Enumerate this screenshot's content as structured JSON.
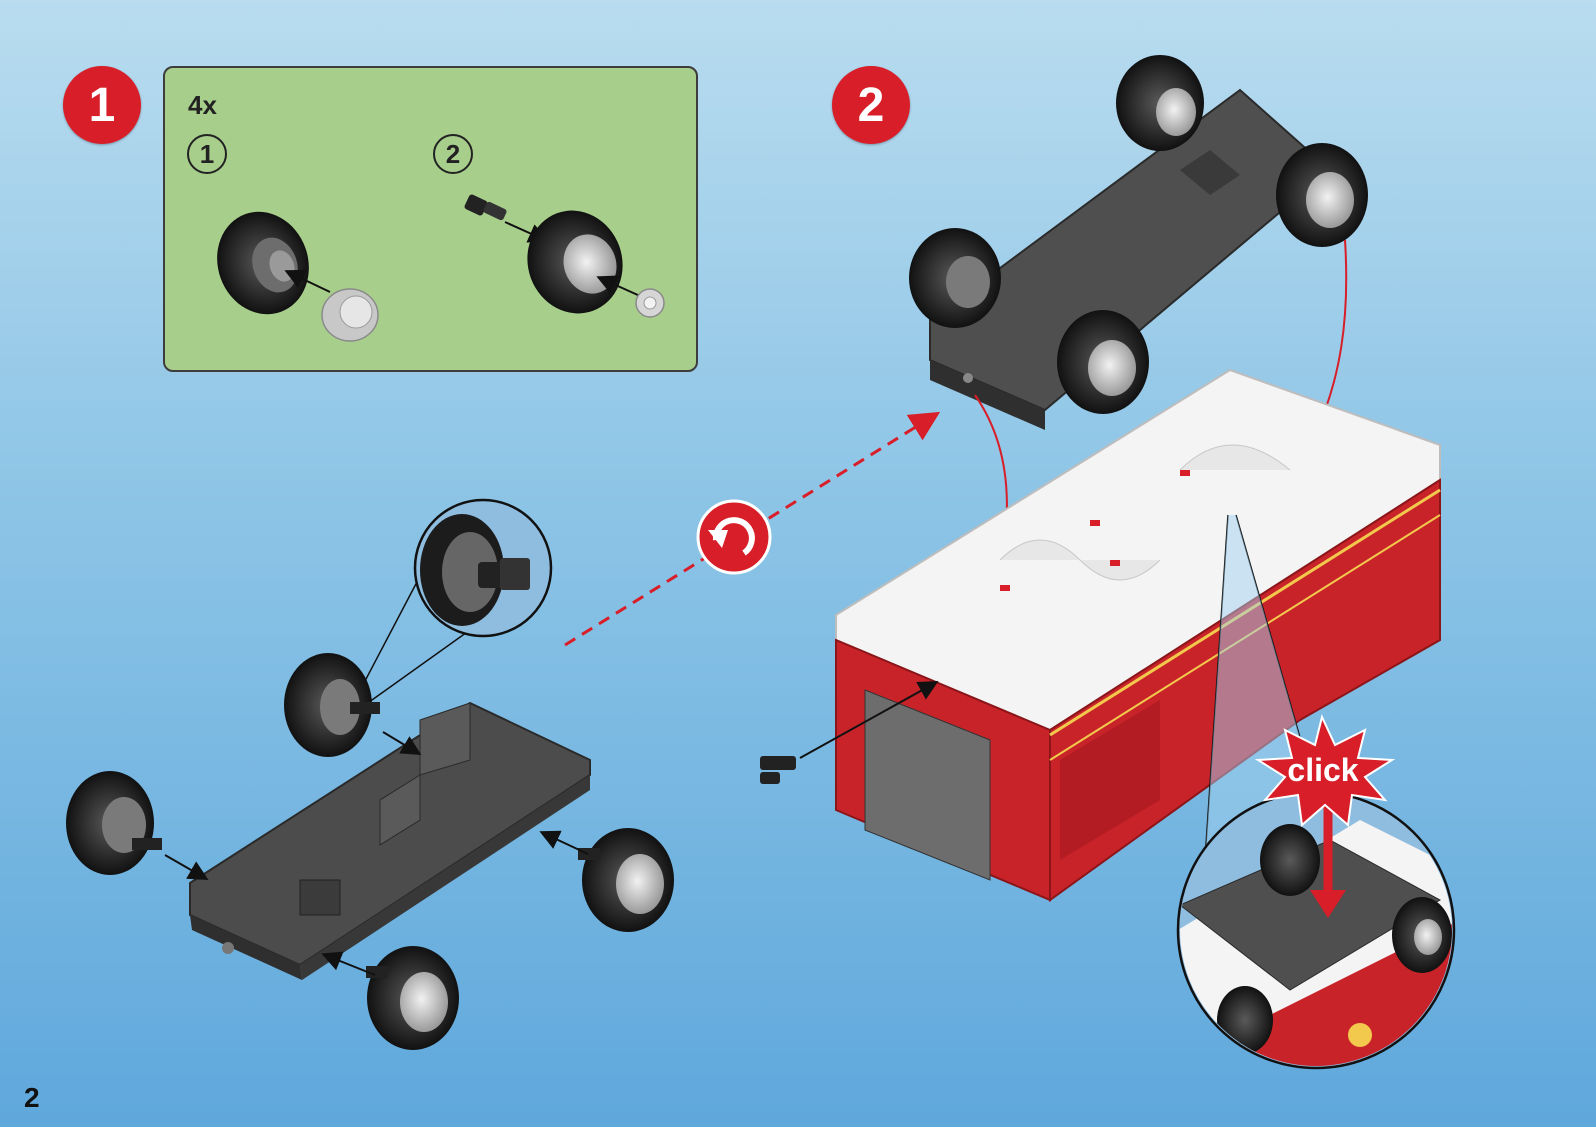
{
  "page_number": "2",
  "step1": {
    "number": "1",
    "quantity": "4x",
    "substeps": [
      "1",
      "2"
    ]
  },
  "step2": {
    "number": "2",
    "click_label": "click"
  },
  "icons": {
    "rotate": "rotate-icon",
    "wheel": "wheel-icon",
    "chassis": "chassis-icon",
    "truck_body": "fire-truck-body-icon"
  },
  "colors": {
    "badge_red": "#d81e28",
    "panel_green": "#a8ce8c",
    "chassis_gray": "#4a4a4a",
    "truck_red": "#c9232a",
    "truck_white": "#f4f4f4"
  }
}
